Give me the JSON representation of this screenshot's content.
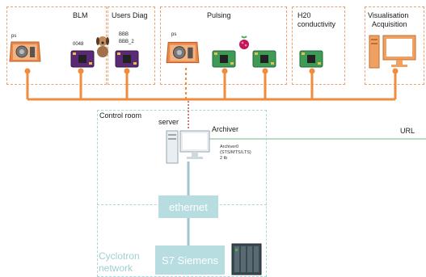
{
  "groups": {
    "blm": "BLM",
    "users_diag": "Users Diag",
    "pulsing": "Pulsing",
    "h2o": [
      "H20",
      "conductivity"
    ],
    "visualisation": [
      "Visualisation",
      "Acquisition"
    ]
  },
  "device_labels": {
    "ps_blm": "ps",
    "d0048": "0048",
    "bbb": [
      "BBB",
      "BBB_2"
    ],
    "ps_pulsing": "ps"
  },
  "control_room": {
    "title": "Control room",
    "server": "server",
    "archiver": "Archiver",
    "archiver_info": [
      "Archiver0",
      "(STS/MTS/LTS)",
      "2 tb"
    ],
    "url": "URL",
    "ethernet": "ethernet",
    "network": [
      "Cyclotron",
      "network"
    ],
    "plc": "S7 Siemens"
  },
  "colors": {
    "bus": "#ef8c3d",
    "dash_orange": "#f0a070",
    "dash_teal": "#a8d8d8",
    "box_teal": "#b7dde0",
    "url_line": "#b9dcc4"
  },
  "icons": [
    "power-supply-icon",
    "circuit-board-icon",
    "dog-icon",
    "raspberry-pi-icon",
    "computer-icon",
    "server-tower-icon",
    "plc-icon"
  ]
}
